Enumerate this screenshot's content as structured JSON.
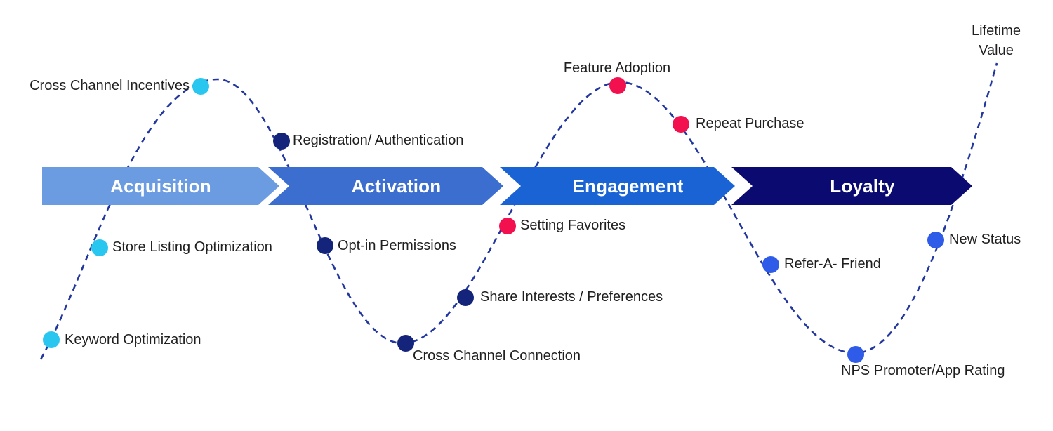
{
  "diagram": {
    "stages": [
      {
        "id": "acquisition",
        "label": "Acquisition",
        "color": "#6b9ce2"
      },
      {
        "id": "activation",
        "label": "Activation",
        "color": "#3c6ed0"
      },
      {
        "id": "engagement",
        "label": "Engagement",
        "color": "#1a63d4"
      },
      {
        "id": "loyalty",
        "label": "Loyalty",
        "color": "#0a0a70"
      }
    ],
    "milestones": [
      {
        "label": "Keyword Optimization",
        "stage": "acquisition",
        "dot_color": "#29c6ef"
      },
      {
        "label": "Store Listing Optimization",
        "stage": "acquisition",
        "dot_color": "#29c6ef"
      },
      {
        "label": "Cross Channel Incentives",
        "stage": "acquisition",
        "dot_color": "#29c6ef"
      },
      {
        "label": "Registration/ Authentication",
        "stage": "activation",
        "dot_color": "#13247a"
      },
      {
        "label": "Opt-in Permissions",
        "stage": "activation",
        "dot_color": "#13247a"
      },
      {
        "label": "Cross Channel Connection",
        "stage": "activation",
        "dot_color": "#13247a"
      },
      {
        "label": "Share Interests / Preferences",
        "stage": "activation",
        "dot_color": "#13247a"
      },
      {
        "label": "Setting Favorites",
        "stage": "engagement",
        "dot_color": "#f2104e"
      },
      {
        "label": "Feature Adoption",
        "stage": "engagement",
        "dot_color": "#f2104e"
      },
      {
        "label": "Repeat Purchase",
        "stage": "engagement",
        "dot_color": "#f2104e"
      },
      {
        "label": "Refer-A- Friend",
        "stage": "loyalty",
        "dot_color": "#2e5be8"
      },
      {
        "label": "NPS Promoter/App Rating",
        "stage": "loyalty",
        "dot_color": "#2e5be8"
      },
      {
        "label": "New Status",
        "stage": "loyalty",
        "dot_color": "#2e5be8"
      }
    ],
    "endpoint": {
      "line1": "Lifetime",
      "line2": "Value"
    },
    "curve_color": "#2236a0",
    "text_color": "#1f1f1f",
    "background_color": "#ffffff"
  }
}
